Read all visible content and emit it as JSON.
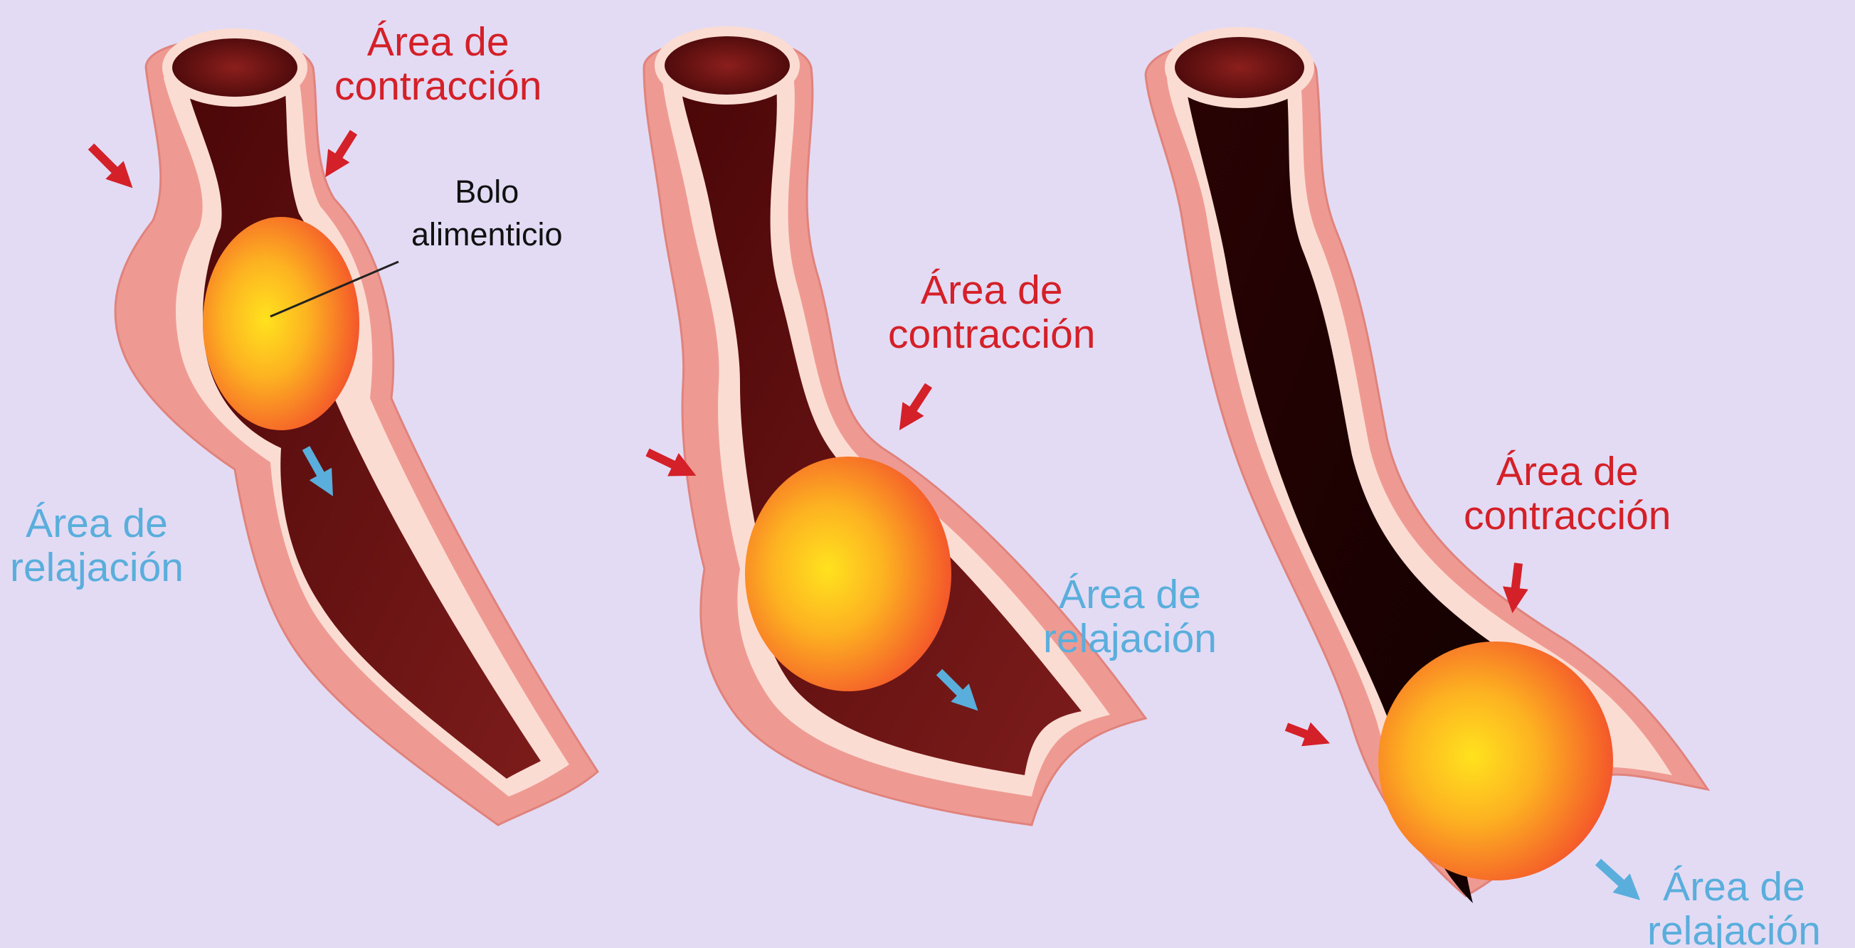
{
  "colors": {
    "background": "#e3dbf4",
    "contraction": "#d42028",
    "relaxation": "#5aaedc",
    "muscle_wall": "#ee9a93",
    "lining": "#fbdcd2",
    "lumen": "#5a0b0c",
    "bolus_center": "#ffd21f",
    "bolus_edge": "#f45b2a"
  },
  "labels": {
    "panel1": {
      "contraction": [
        "Área de",
        "contracción"
      ],
      "relaxation": [
        "Área de",
        "relajación"
      ],
      "bolus": [
        "Bolo",
        "alimenticio"
      ]
    },
    "panel2": {
      "contraction": [
        "Área de",
        "contracción"
      ],
      "relaxation": [
        "Área de",
        "relajación"
      ]
    },
    "panel3": {
      "contraction": [
        "Área de",
        "contracción"
      ],
      "relaxation": [
        "Área de",
        "relajación"
      ]
    }
  },
  "icons": {
    "contraction_arrow": "red-arrow-icon",
    "relaxation_arrow": "blue-arrow-icon"
  }
}
